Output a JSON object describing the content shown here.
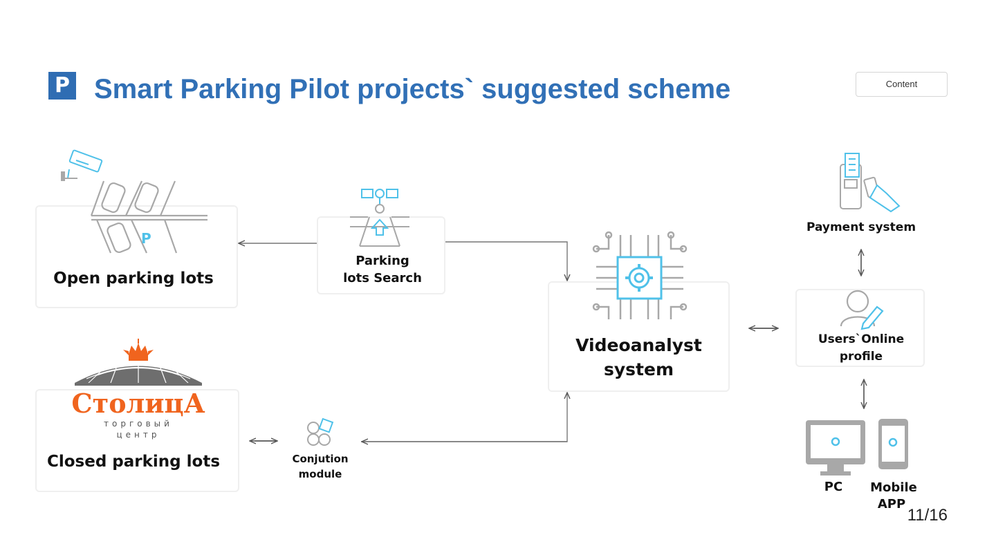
{
  "header": {
    "logo_letter": "P",
    "title": "Smart Parking Pilot projects` suggested scheme",
    "content_button": "Content"
  },
  "nodes": {
    "open_parking": "Open parking lots",
    "closed_parking": "Closed parking lots",
    "parking_search_l1": "Parking",
    "parking_search_l2": "lots Search",
    "conjution_l1": "Conjution",
    "conjution_l2": "module",
    "videoanalyst_l1": "Videoanalyst",
    "videoanalyst_l2": "system",
    "payment": "Payment system",
    "users_l1": "Users`Online",
    "users_l2": "profile",
    "pc": "PC",
    "mobile_l1": "Mobile",
    "mobile_l2": "APP"
  },
  "stolitsa_logo": {
    "name": "СтолицА",
    "sub1": "торговый",
    "sub2": "центр"
  },
  "colors": {
    "accent": "#3170b6",
    "icon_blue": "#4fc1e9",
    "icon_gray": "#a8a8a8",
    "logo_orange": "#f0641e"
  },
  "pagination": "11/16"
}
